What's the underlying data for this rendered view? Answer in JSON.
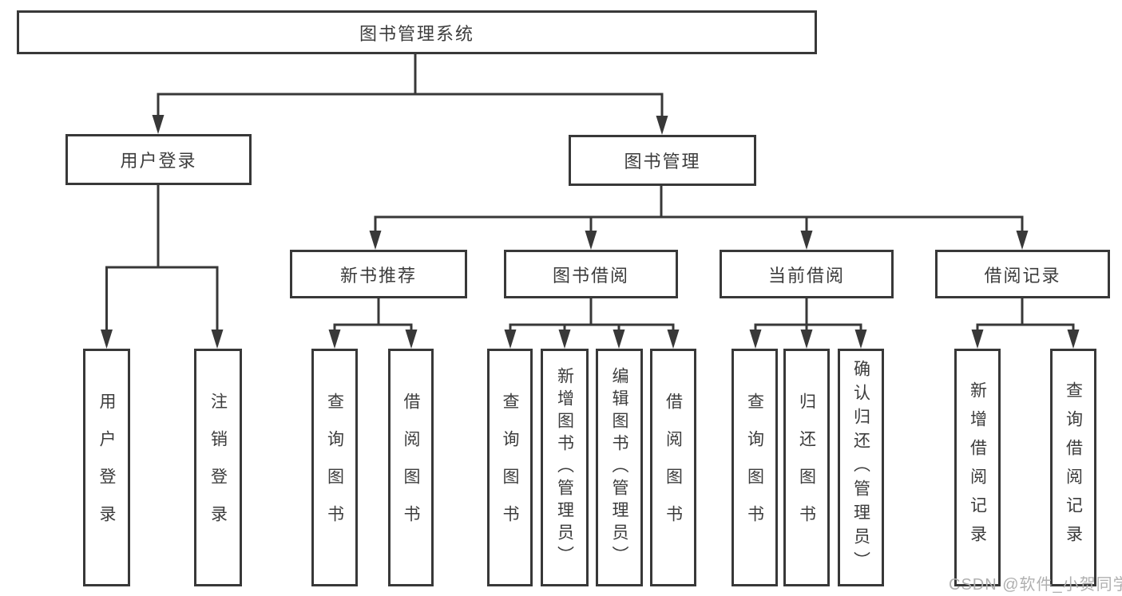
{
  "tree": {
    "label": "图书管理系统",
    "children": [
      {
        "label": "用户登录",
        "children": [
          {
            "label": "用户登录"
          },
          {
            "label": "注销登录"
          }
        ]
      },
      {
        "label": "图书管理",
        "children": [
          {
            "label": "新书推荐",
            "children": [
              {
                "label": "查询图书"
              },
              {
                "label": "借阅图书"
              }
            ]
          },
          {
            "label": "图书借阅",
            "children": [
              {
                "label": "查询图书"
              },
              {
                "label": "新增图书（管理员）"
              },
              {
                "label": "编辑图书（管理员）"
              },
              {
                "label": "借阅图书"
              }
            ]
          },
          {
            "label": "当前借阅",
            "children": [
              {
                "label": "查询图书"
              },
              {
                "label": "归还图书"
              },
              {
                "label": "确认归还（管理员）"
              }
            ]
          },
          {
            "label": "借阅记录",
            "children": [
              {
                "label": "新增借阅记录"
              },
              {
                "label": "查询借阅记录"
              }
            ]
          }
        ]
      }
    ]
  },
  "watermark": "CSDN @软件_小贺同学",
  "colors": {
    "line": "#383838",
    "text": "#3c3c3c",
    "watermark": "#b0b0b0",
    "background": "#ffffff"
  }
}
